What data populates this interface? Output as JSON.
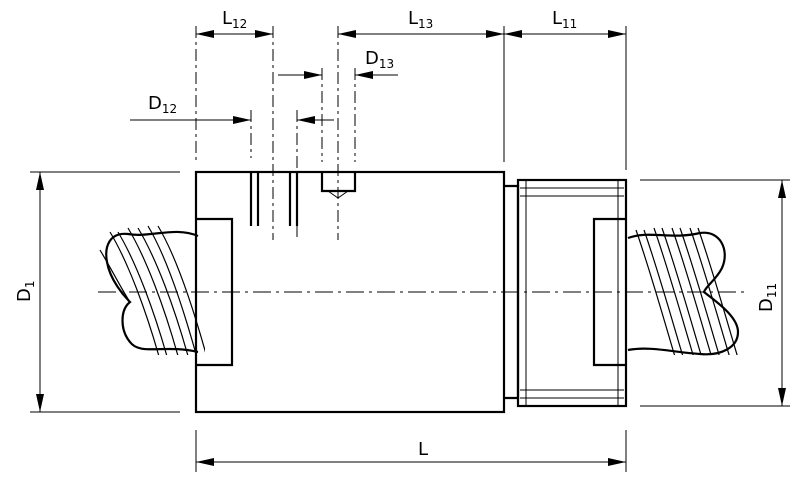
{
  "labels": {
    "L12": {
      "main": "L",
      "sub": "12"
    },
    "L13": {
      "main": "L",
      "sub": "13"
    },
    "L11": {
      "main": "L",
      "sub": "11"
    },
    "D12": {
      "main": "D",
      "sub": "12"
    },
    "D13": {
      "main": "D",
      "sub": "13"
    },
    "D1": {
      "main": "D",
      "sub": "1"
    },
    "D11": {
      "main": "D",
      "sub": "11"
    },
    "L": {
      "main": "L",
      "sub": ""
    }
  },
  "colors": {
    "line": "#000000",
    "background": "#ffffff"
  }
}
